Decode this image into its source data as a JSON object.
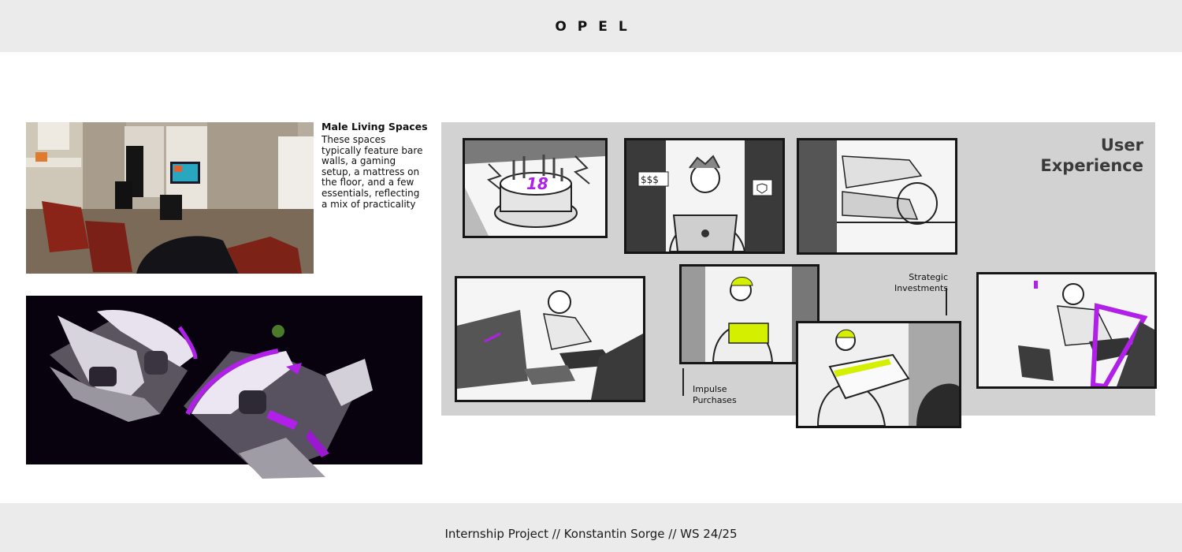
{
  "header": {
    "brand": "OPEL"
  },
  "left": {
    "photo": {
      "alt": "living-room-photo"
    },
    "caption": {
      "title": "Male Living Spaces",
      "body": "These spaces typically feature bare walls, a gaming setup, a mattress on the floor, and a few essentials, reflecting a mix of practicality"
    },
    "render": {
      "alt": "interior-concept-render"
    }
  },
  "board": {
    "title_line1": "User",
    "title_line2": "Experience",
    "cake_number": "18",
    "price_sign": "$$$",
    "notes": {
      "strategic": [
        "Strategic",
        "Investments"
      ],
      "impulse": [
        "Impulse",
        "Purchases"
      ]
    }
  },
  "colors": {
    "header_bg": "#ebebeb",
    "board_bg": "#d2d2d2",
    "accent_purple": "#b020e8",
    "accent_lime": "#d4f000",
    "render_bg": "#07020d"
  },
  "footer": {
    "text": "Internship Project // Konstantin Sorge // WS 24/25"
  }
}
